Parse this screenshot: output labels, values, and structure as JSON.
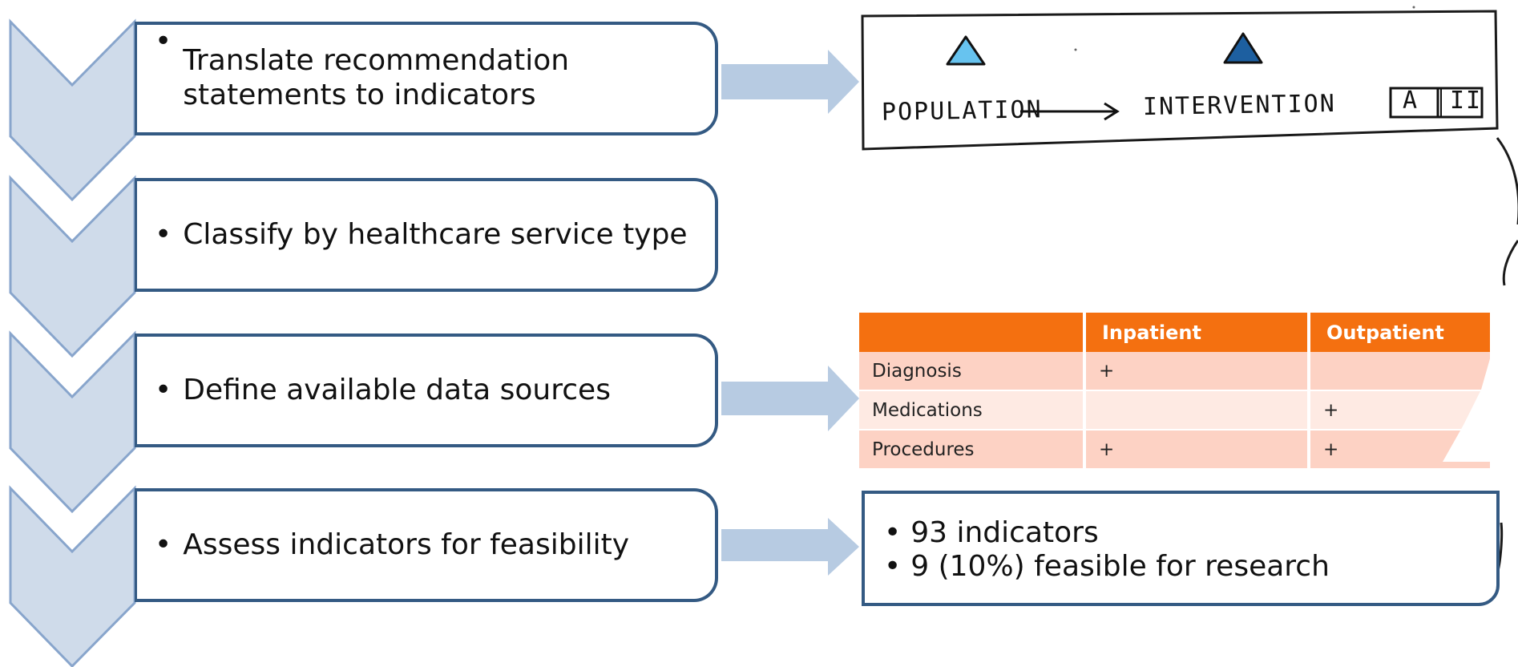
{
  "steps": [
    {
      "lines": [
        "Translate recommendation",
        "statements to indicators"
      ]
    },
    {
      "lines": [
        "Classify by healthcare service type"
      ]
    },
    {
      "lines": [
        "Define available data sources"
      ]
    },
    {
      "lines": [
        "Assess indicators for feasibility"
      ]
    }
  ],
  "bullet_glyph": "•",
  "sketch": {
    "population": "POPULATION",
    "intervention": "INTERVENTION",
    "grade_letter": "A",
    "grade_level": "II"
  },
  "table": {
    "headers": [
      "",
      "Inpatient",
      "Outpatient"
    ],
    "rows": [
      {
        "label": "Diagnosis",
        "inpatient": "+",
        "outpatient": ""
      },
      {
        "label": "Medications",
        "inpatient": "",
        "outpatient": "+"
      },
      {
        "label": "Procedures",
        "inpatient": "+",
        "outpatient": "+"
      }
    ]
  },
  "results": [
    "93 indicators",
    "9 (10%) feasible for research"
  ],
  "colors": {
    "chevron_fill": "#cfdbea",
    "chevron_stroke": "#88a5cc",
    "box_border": "#345a83",
    "arrow": "#b7cbe2",
    "table_header": "#f47010",
    "table_row_dark": "#fdd2c4",
    "table_row_light": "#feeae3",
    "triangle_light": "#67c3ef",
    "triangle_dark": "#1d5fa0"
  }
}
